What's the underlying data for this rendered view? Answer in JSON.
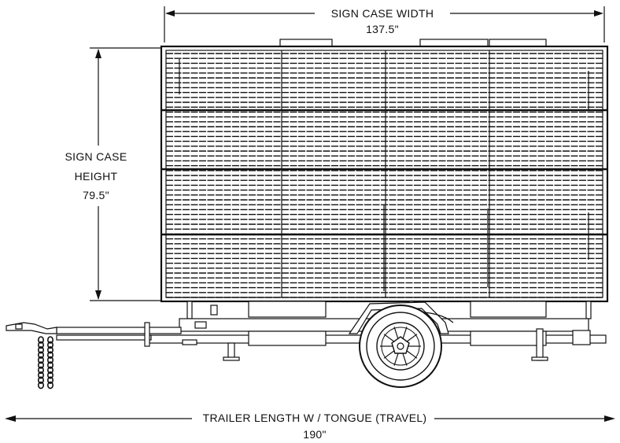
{
  "dimensions": {
    "width_label": "SIGN CASE WIDTH",
    "width_value": "137.5\"",
    "height_label_line1": "SIGN CASE",
    "height_label_line2": "HEIGHT",
    "height_value": "79.5\"",
    "length_label": "TRAILER LENGTH W / TONGUE (TRAVEL)",
    "length_value": "190\""
  },
  "colors": {
    "line": "#111111",
    "background": "#ffffff"
  }
}
